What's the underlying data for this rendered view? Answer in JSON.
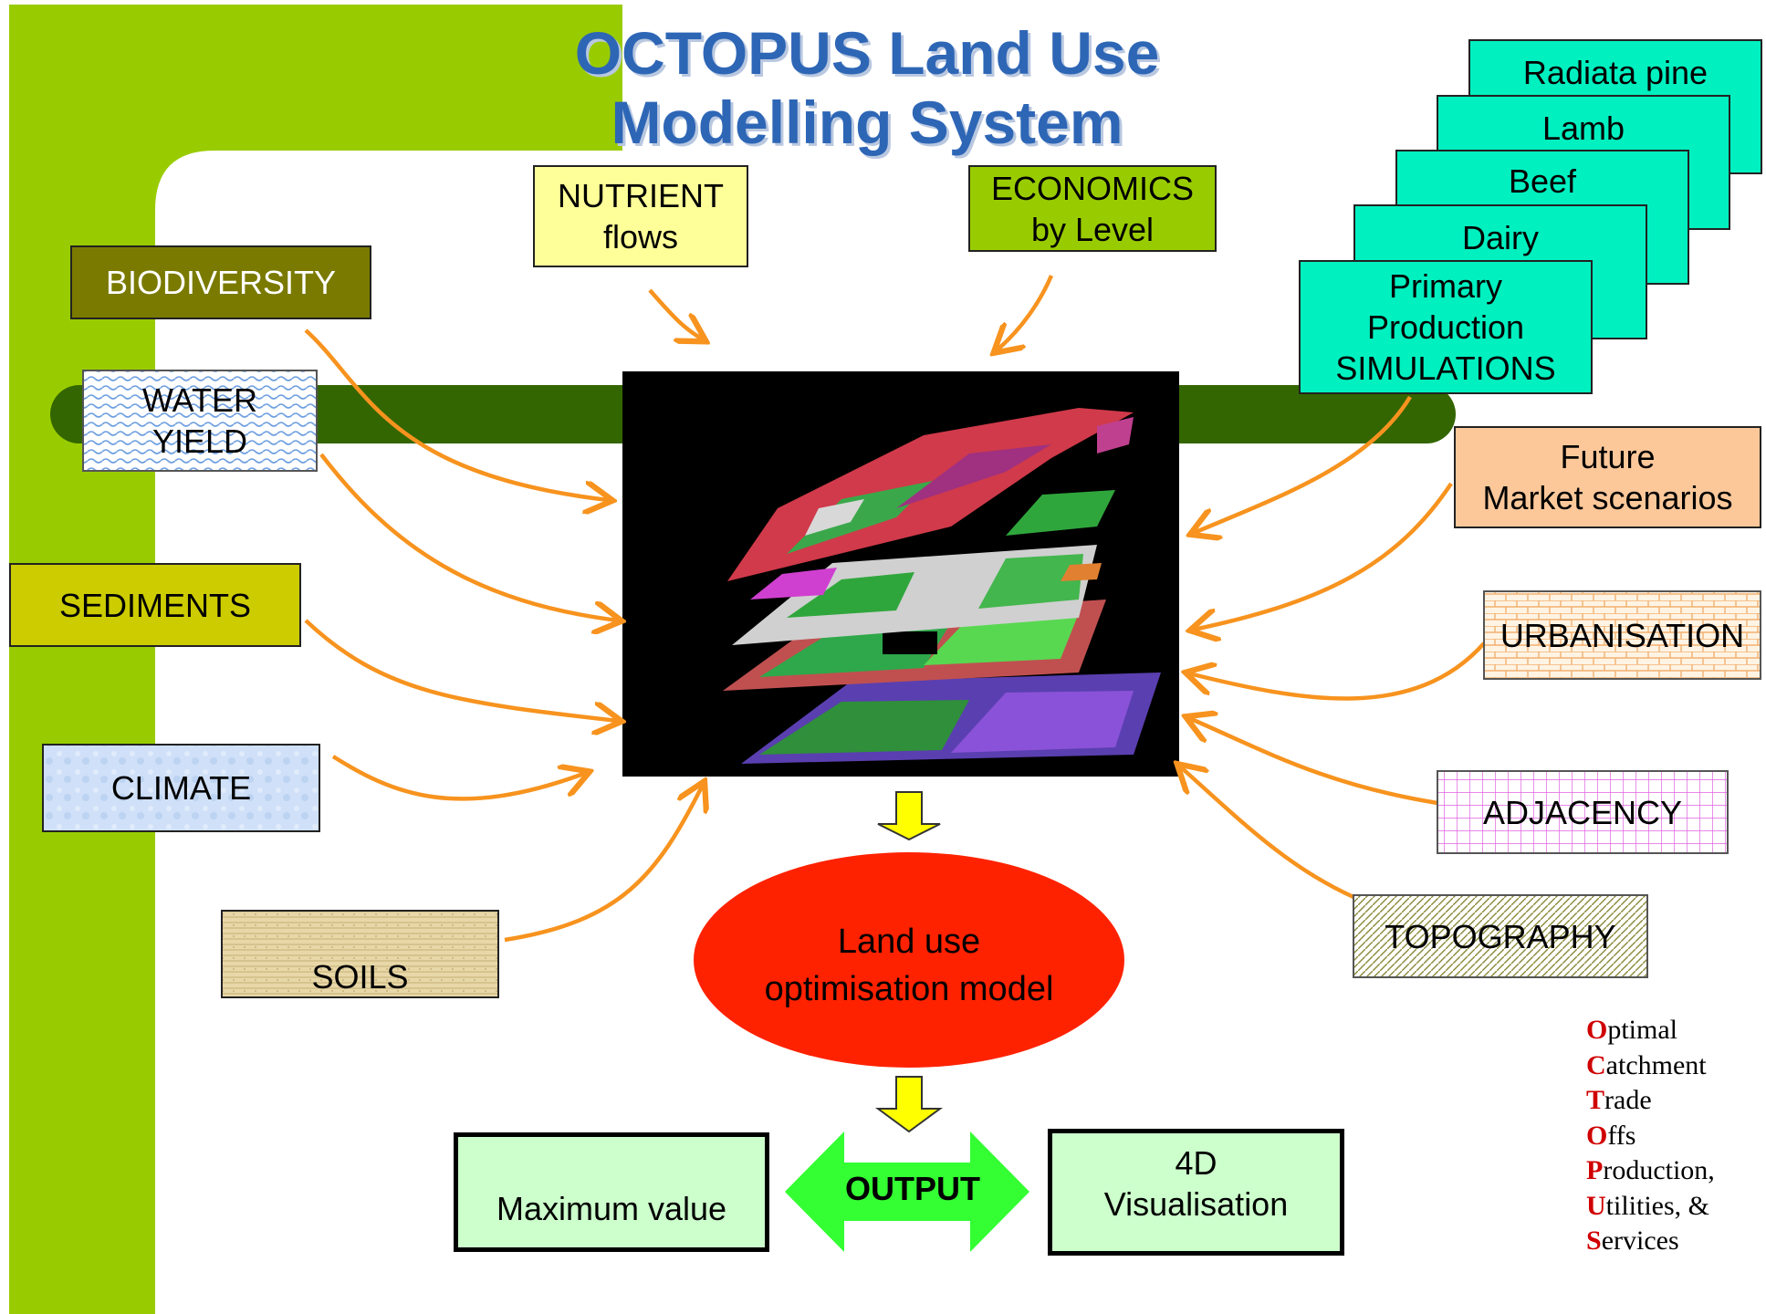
{
  "title": {
    "line1": "OCTOPUS Land Use",
    "line2": "Modelling System"
  },
  "colors": {
    "brand_green": "#99CC00",
    "dark_green": "#336600",
    "arrow_orange": "#F7931E",
    "teal": "#00F0C0",
    "title_blue": "#2E66B6",
    "acronym_red": "#D00000"
  },
  "inputs_left": {
    "biodiversity": "BIODIVERSITY",
    "water_yield": {
      "line1": "WATER",
      "line2": "YIELD"
    },
    "sediments": "SEDIMENTS",
    "climate": "CLIMATE",
    "soils": "SOILS"
  },
  "inputs_top": {
    "nutrient": {
      "line1": "NUTRIENT",
      "line2": "flows"
    },
    "economics": {
      "line1": "ECONOMICS",
      "line2": "by Level"
    }
  },
  "simulations": {
    "stack": [
      "Radiata pine",
      "Lamb",
      "Beef",
      "Dairy"
    ],
    "primary": {
      "line1": "Primary",
      "line2": "Production",
      "line3": "SIMULATIONS"
    }
  },
  "inputs_right": {
    "future": {
      "line1": "Future",
      "line2": "Market scenarios"
    },
    "urbanisation": "URBANISATION",
    "adjacency": "ADJACENCY",
    "topography": "TOPOGRAPHY"
  },
  "model": {
    "line1": "Land use",
    "line2": "optimisation  model"
  },
  "output": {
    "label": "OUTPUT",
    "left": "Maximum value",
    "right": {
      "line1": "4D",
      "line2": "Visualisation"
    }
  },
  "acronym": [
    {
      "cap": "O",
      "rest": "ptimal"
    },
    {
      "cap": "C",
      "rest": "atchment"
    },
    {
      "cap": "T",
      "rest": "rade"
    },
    {
      "cap": "O",
      "rest": "ffs"
    },
    {
      "cap": "P",
      "rest": "roduction,"
    },
    {
      "cap": "U",
      "rest": "tilities, &"
    },
    {
      "cap": "S",
      "rest": "ervices"
    }
  ]
}
